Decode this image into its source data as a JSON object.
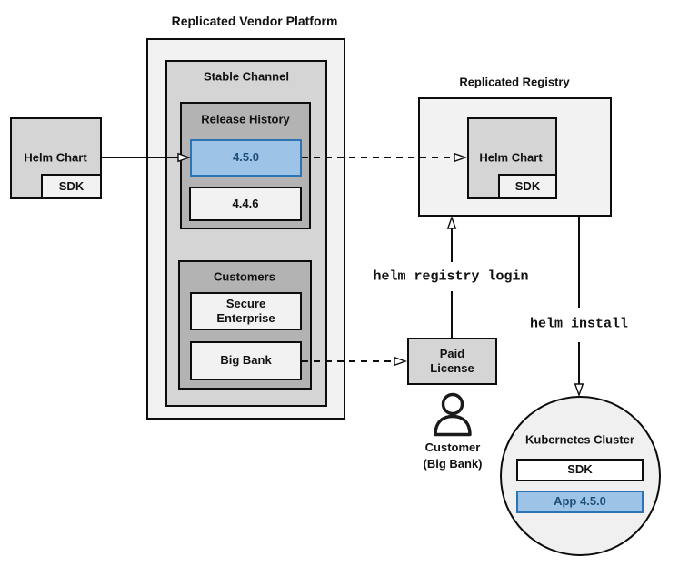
{
  "colors": {
    "accent_fill": "#9dc3e6",
    "accent_border": "#2e74b5",
    "accent_text": "#1f4e79"
  },
  "platform": {
    "title": "Replicated Vendor Platform",
    "stable_channel": {
      "label": "Stable Channel"
    },
    "release_history": {
      "label": "Release History",
      "releases": [
        {
          "version": "4.5.0"
        },
        {
          "version": "4.4.6"
        }
      ]
    },
    "customers": {
      "label": "Customers",
      "items": [
        {
          "name": "Secure\nEnterprise"
        },
        {
          "name": "Big Bank"
        }
      ]
    }
  },
  "vendor_helm_chart": {
    "label": "Helm Chart",
    "sdk": "SDK"
  },
  "registry": {
    "title": "Replicated Registry",
    "helm_chart": "Helm Chart",
    "sdk": "SDK"
  },
  "paid_license": {
    "label": "Paid\nLicense"
  },
  "customer_actor": {
    "label": "Customer\n(Big Bank)"
  },
  "commands": {
    "registry_login": "helm registry login",
    "install": "helm install"
  },
  "kubernetes": {
    "title": "Kubernetes Cluster",
    "sdk": "SDK",
    "app": "App 4.5.0"
  }
}
